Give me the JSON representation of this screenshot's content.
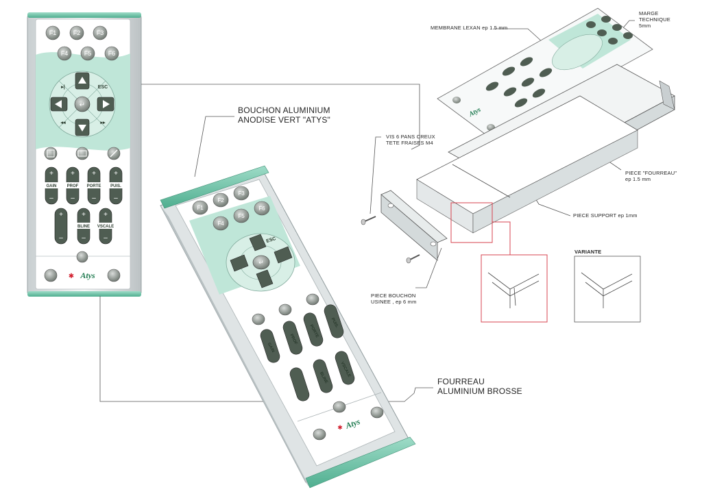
{
  "colors": {
    "mint": "#bfe6d8",
    "mint_dark": "#8ccbb6",
    "button_dark": "#4f5d52",
    "accent_red": "#d21f2e",
    "brand_green": "#1e7a4f"
  },
  "remote": {
    "fkeys": [
      "F1",
      "F2",
      "F3",
      "F4",
      "F5",
      "F6"
    ],
    "esc": "ESC",
    "knobs": [
      "GAIN",
      "PROF",
      "PORTE",
      "PUIS.",
      "BLINE",
      "VSCALE"
    ],
    "plus": "+",
    "minus": "–",
    "brand": "Atys"
  },
  "labels": {
    "bouchon_line1": "BOUCHON ALUMINIUM",
    "bouchon_line2": "ANODISE VERT \"ATYS\"",
    "fourreau_line1": "FOURREAU",
    "fourreau_line2": "ALUMINIUM BROSSE",
    "membrane": "MEMBRANE LEXAN ep 1.5 mm",
    "marge_line1": "MARGE",
    "marge_line2": "TECHNIQUE",
    "marge_line3": "5mm",
    "vis_line1": "VIS 6 PANS CREUX",
    "vis_line2": "TETE FRAISES M4",
    "piece_fourreau_line1": "PIECE \"FOURREAU\"",
    "piece_fourreau_line2": "ep 1.5 mm",
    "piece_support": "PIECE SUPPORT ep 1mm",
    "variante": "VARIANTE",
    "piece_bouchon_line1": "PIECE BOUCHON",
    "piece_bouchon_line2": "USINEE ,  ep 6 mm"
  }
}
